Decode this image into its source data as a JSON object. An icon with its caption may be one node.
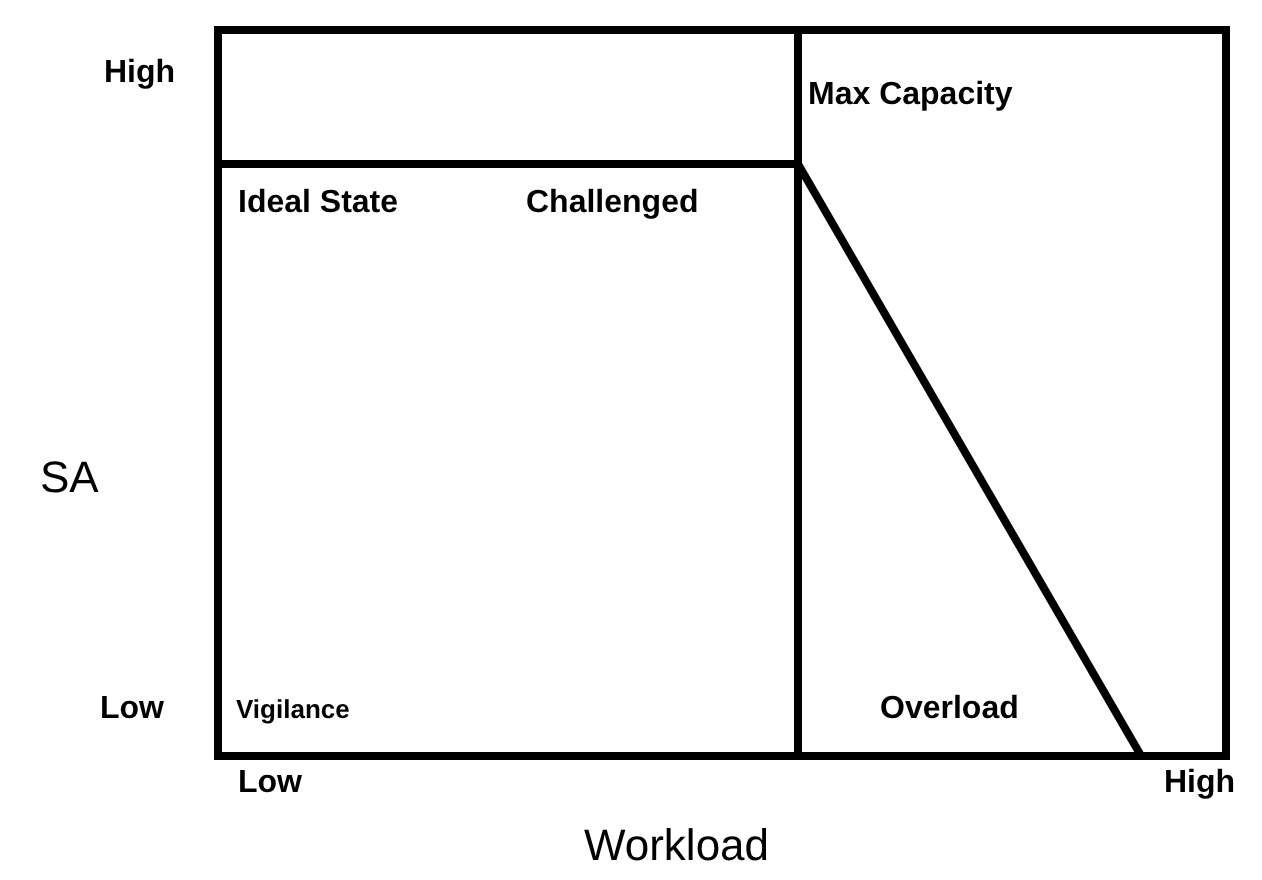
{
  "diagram": {
    "labels": [
      "High",
      "Max Capacity",
      "Ideal State",
      "Challenged",
      "SA",
      "Low",
      "Vigilance",
      "Overload",
      "Low",
      "High",
      "Workload"
    ]
  }
}
